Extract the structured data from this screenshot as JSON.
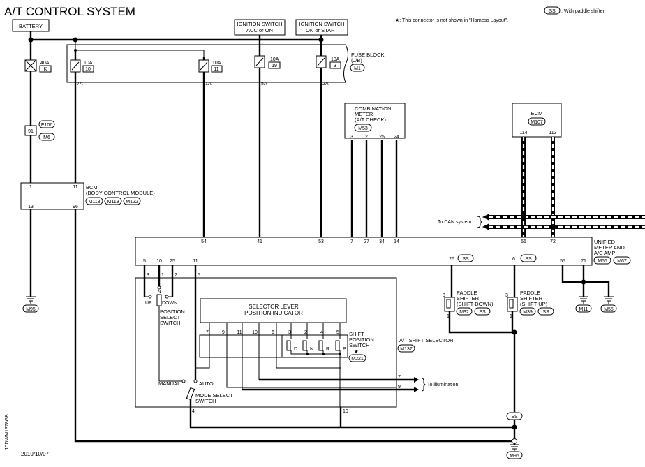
{
  "title": "A/T CONTROL SYSTEM",
  "notes": {
    "star": "★: This connector is not shown in \"Harness Layout\".",
    "ss_tag": "SS",
    "ss_text": ": With paddle shifter"
  },
  "battery": "BATTERY",
  "ign_acc": [
    "IGNITION SWITCH",
    "ACC or ON"
  ],
  "ign_start": [
    "IGNITION SWITCH",
    "ON or START"
  ],
  "fuse_block": {
    "label": [
      "FUSE BLOCK",
      "(J/B)"
    ],
    "connector": "M1"
  },
  "fusible_link": {
    "amp": "40A",
    "id": "K"
  },
  "fuses": [
    {
      "amp": "10A",
      "id": "10",
      "pin": "7A"
    },
    {
      "amp": "10A",
      "id": "11",
      "pin": "1A"
    },
    {
      "amp": "10A",
      "id": "19",
      "pin": "5A"
    },
    {
      "amp": "10A",
      "id": "3",
      "pin": "2A"
    }
  ],
  "joint": {
    "pin": "91",
    "conn1": "E106",
    "conn2": "M6"
  },
  "bcm": {
    "label": [
      "BCM",
      "(BODY CONTROL MODULE)"
    ],
    "connectors": [
      "M118",
      "M119",
      "M122"
    ],
    "pins": [
      "1",
      "11",
      "13",
      "96"
    ]
  },
  "combination_meter": {
    "label": [
      "COMBINATION",
      "METER",
      "(A/T CHECK)"
    ],
    "connector": "M53",
    "pins": [
      "3",
      "2",
      "25",
      "24"
    ]
  },
  "ecm": {
    "label": "ECM",
    "connector": "M107",
    "pins": [
      "114",
      "113"
    ]
  },
  "can": "To CAN system",
  "unified_meter": {
    "label": [
      "UNIFIED",
      "METER AND",
      "A/C AMP"
    ],
    "connectors": [
      "M66",
      "M67"
    ],
    "top_pins": [
      "54",
      "41",
      "53",
      "7",
      "27",
      "34",
      "14",
      "56",
      "72"
    ],
    "bottom_pins": [
      "5",
      "10",
      "25",
      "11",
      "26",
      "6",
      "55",
      "71"
    ]
  },
  "wire_pins": {
    "p3": "3",
    "p1": "1",
    "p2": "2",
    "p5": "5",
    "p4": "4",
    "p10": "10",
    "p7": "7",
    "p9": "9"
  },
  "position_select": {
    "label": [
      "POSITION",
      "SELECT",
      "SWITCH"
    ],
    "n": "N",
    "up": "UP",
    "down": "DOWN"
  },
  "selector_indicator": [
    "SELECTOR LEVER",
    "POSITION INDICATOR"
  ],
  "indicator_pins": [
    "7",
    "9",
    "11",
    "10",
    "6",
    "3",
    "2",
    "4",
    "5"
  ],
  "shift_position": {
    "label": [
      "SHIFT",
      "POSITION",
      "SWITCH"
    ],
    "connector": "M221",
    "star": "★",
    "positions": [
      "D",
      "N",
      "R",
      "P"
    ]
  },
  "at_shift_selector": {
    "label": "A/T SHIFT SELECTOR",
    "connector": "M137"
  },
  "mode_select": {
    "label": [
      "MODE SELECT",
      "SWITCH"
    ],
    "manual": "MANUAL",
    "auto": "AUTO"
  },
  "paddle_down": {
    "label": [
      "PADDLE",
      "SHIFTER",
      "(SHIFT-DOWN)"
    ],
    "connector": "M32",
    "pins": [
      "3",
      "1"
    ]
  },
  "paddle_up": {
    "label": [
      "PADDLE",
      "SHIFTER",
      "(SHIFT-UP)"
    ],
    "connector": "M39",
    "pins": [
      "3",
      "1"
    ]
  },
  "ss_label": "SS",
  "illumination": "To illumination",
  "grounds": [
    "M95",
    "M11",
    "M55",
    "M95"
  ],
  "date": "2010/10/07",
  "figure_id": "JCDWM1378GB"
}
